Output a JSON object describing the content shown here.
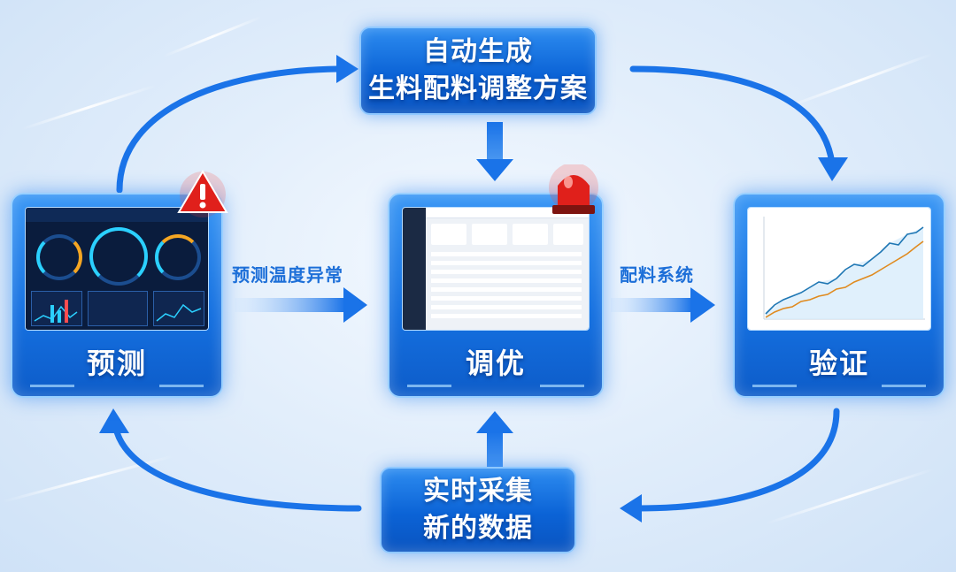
{
  "top_box": {
    "line1": "自动生成",
    "line2": "生料配料调整方案"
  },
  "bottom_box": {
    "line1": "实时采集",
    "line2": "新的数据"
  },
  "panels": {
    "predict": {
      "label": "预测"
    },
    "optimize": {
      "label": "调优"
    },
    "verify": {
      "label": "验证"
    }
  },
  "flow_labels": {
    "predict_to_optimize": "预测温度异常",
    "optimize_to_verify": "配料系统"
  },
  "icons": [
    "warning-triangle-icon",
    "siren-light-icon"
  ],
  "colors": {
    "accent": "#0b63d6",
    "arrow": "#1a73e8",
    "label_text": "#1d6fd8",
    "alarm": "#e0201b"
  }
}
